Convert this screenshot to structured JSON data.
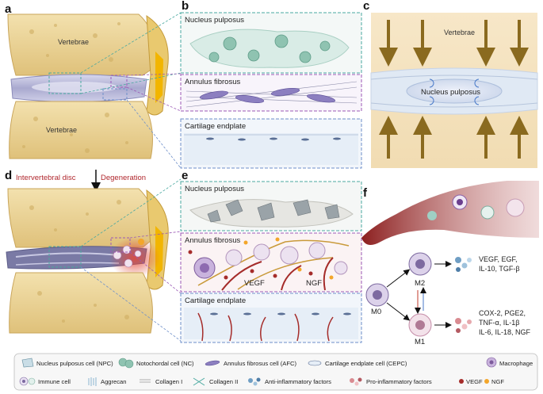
{
  "panel_letters": {
    "a": "a",
    "b": "b",
    "c": "c",
    "d": "d",
    "e": "e",
    "f": "f"
  },
  "panel_a": {
    "vertebrae_top": "Vertebrae",
    "vertebrae_bottom": "Vertebrae"
  },
  "panel_b": {
    "np": "Nucleus pulposus",
    "af": "Annulus fibrosus",
    "cep": "Cartilage endplate"
  },
  "panel_c": {
    "vertebrae": "Vertebrae",
    "np": "Nucleus pulposus"
  },
  "panel_d": {
    "disc": "Intervertebral disc",
    "degeneration": "Degeneration"
  },
  "panel_e": {
    "np": "Nucleus pulposus",
    "af": "Annulus fibrosus",
    "cep": "Cartilage endplate",
    "vegf": "VEGF",
    "ngf": "NGF"
  },
  "panel_f": {
    "m0": "M0",
    "m1": "M1",
    "m2": "M2",
    "m2_factors_1": "VEGF, EGF,",
    "m2_factors_2": "IL-10, TGF-β",
    "m1_factors_1": "COX-2, PGE2,",
    "m1_factors_2": "TNF-α, IL-1β",
    "m1_factors_3": "IL-6, IL-18, NGF"
  },
  "legend": {
    "npc": "Nucleus pulposus cell (NPC)",
    "nc": "Notochordal cell (NC)",
    "afc": "Annulus fibrosus cell (AFC)",
    "cepc": "Cartilage endplate cell (CEPC)",
    "macrophage": "Macrophage",
    "immune": "Immune cell",
    "aggrecan": "Aggrecan",
    "collagen1": "Collagen I",
    "collagen2": "Collagen II",
    "anti": "Anti-inflammatory factors",
    "pro": "Pro-inflammatory factors",
    "vegf": "VEGF",
    "ngf": "NGF"
  },
  "colors": {
    "bone": "#ecd59b",
    "bone_dark": "#d9b96b",
    "disc": "#b8b8d8",
    "np_green": "#9cc9b9",
    "af_purple": "#9d8fc4",
    "vessel_red": "#a52c2a",
    "arrow_brown": "#8a6a1f",
    "box_teal": "#4aa9a0",
    "box_purple": "#9b59b6",
    "box_blue": "#6d8fc9"
  }
}
